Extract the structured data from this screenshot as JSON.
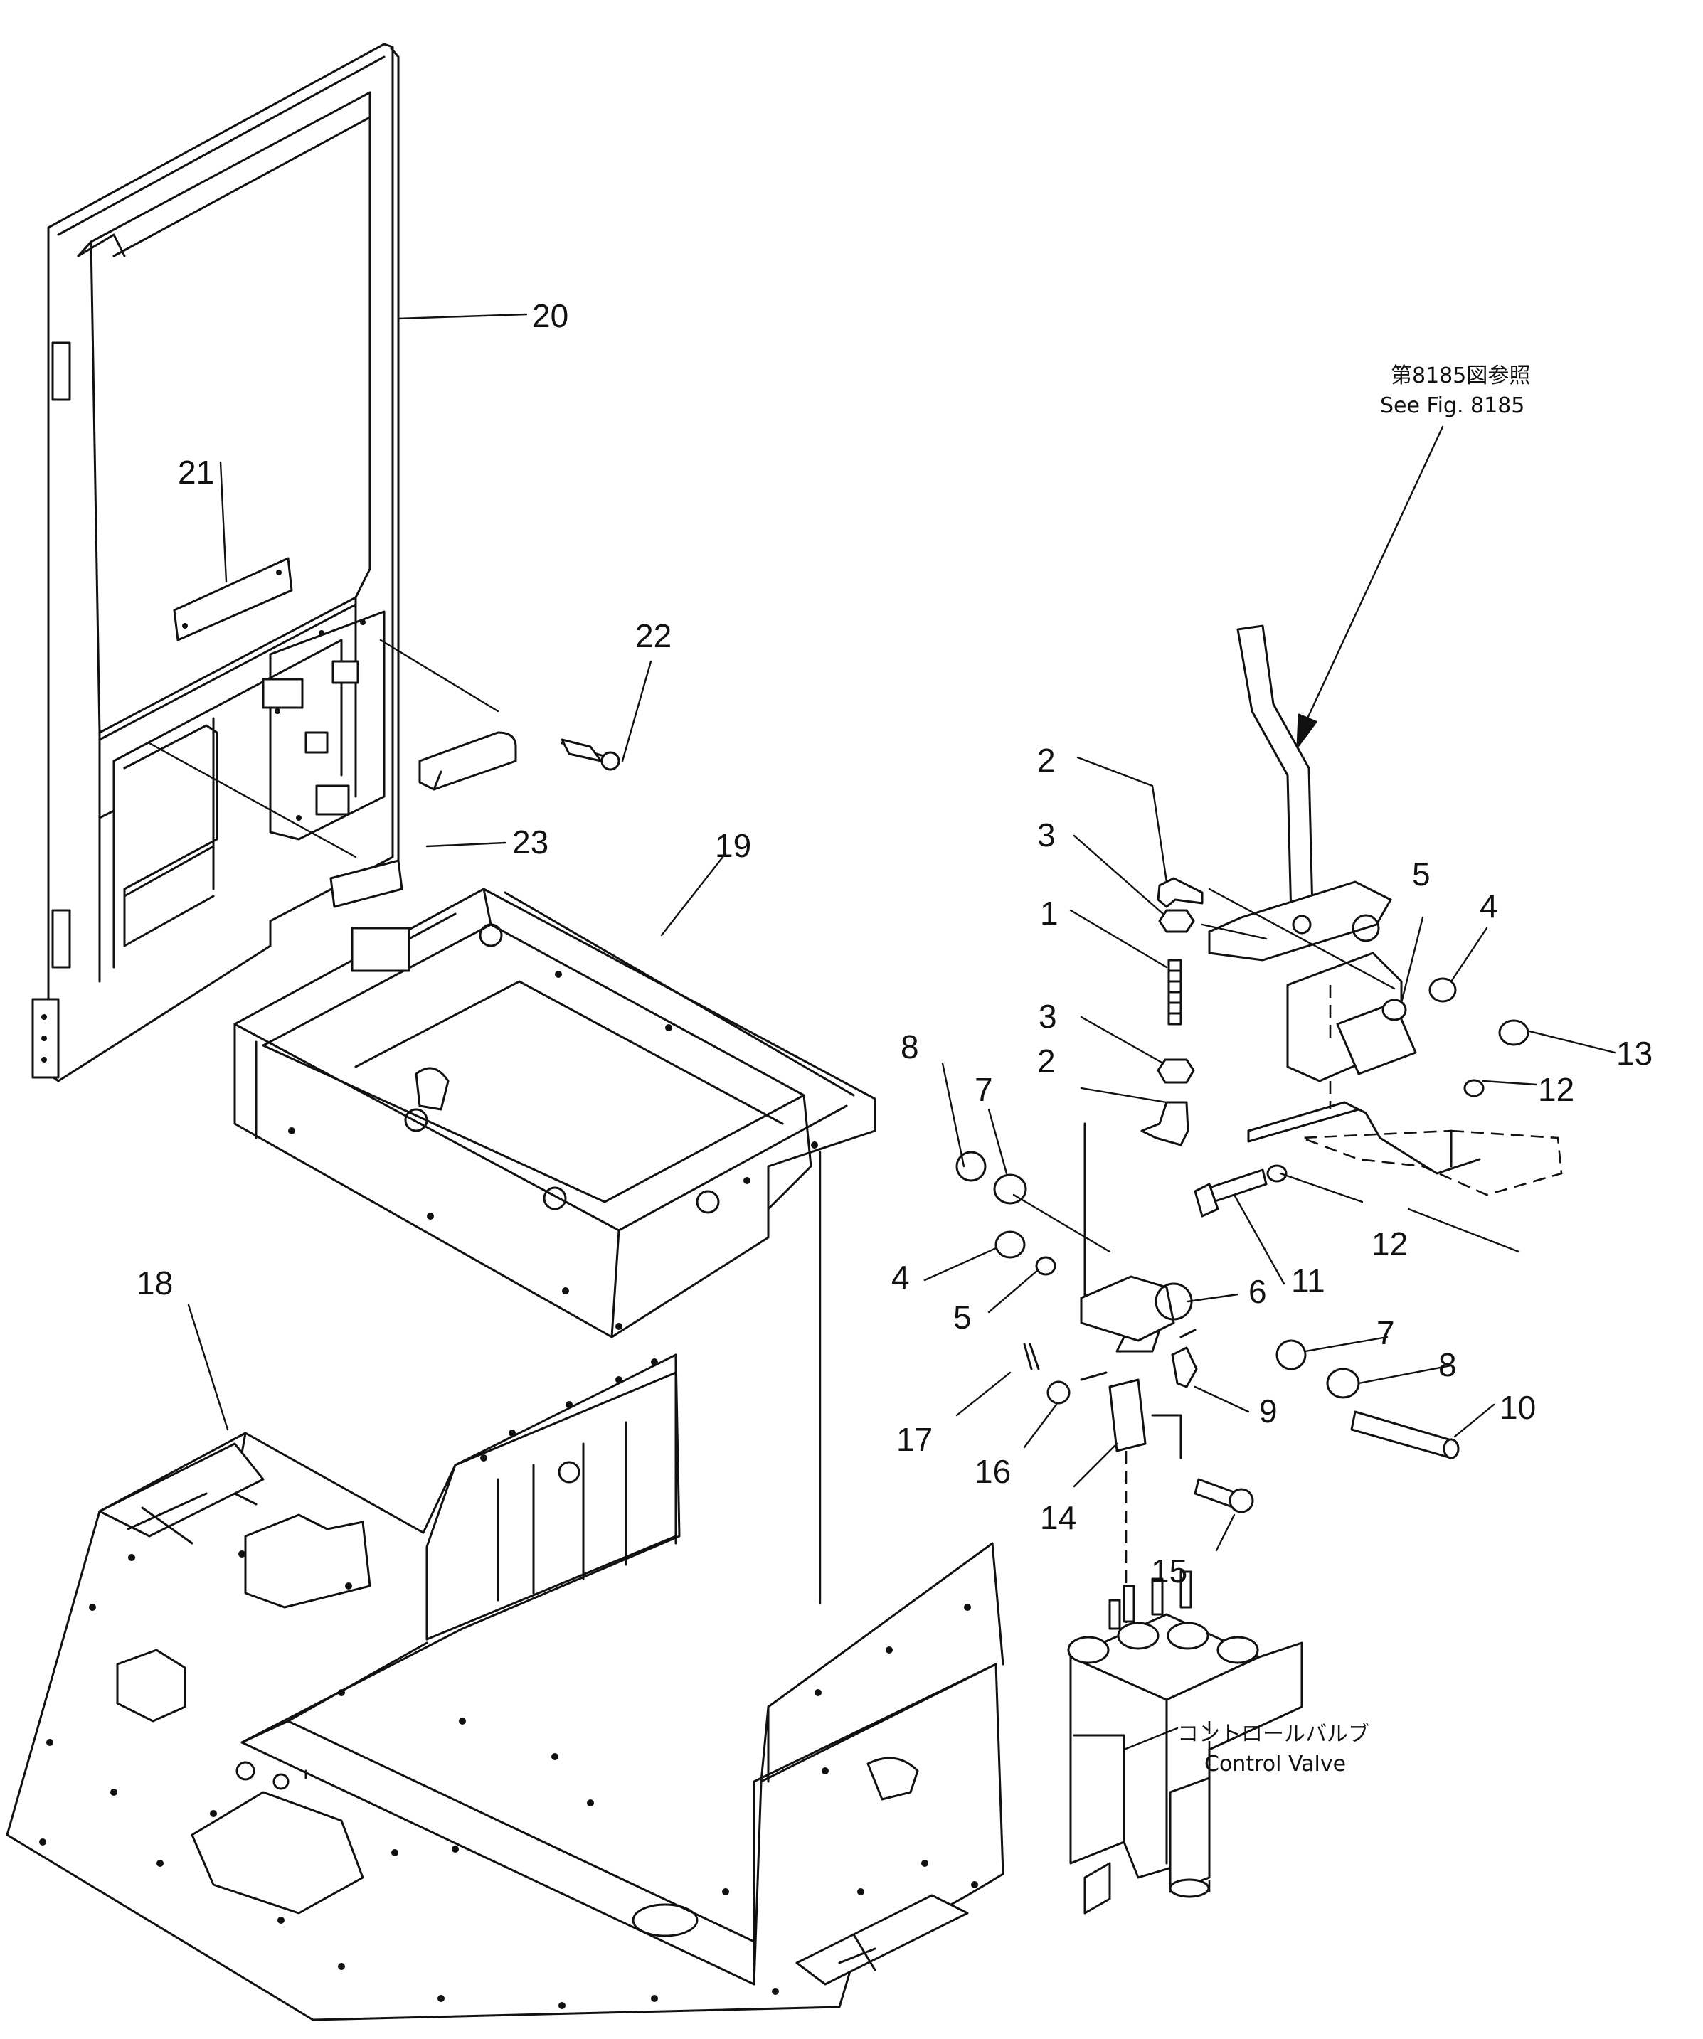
{
  "callouts": [
    {
      "id": "c20",
      "text": "20"
    },
    {
      "id": "c21",
      "text": "21"
    },
    {
      "id": "c22",
      "text": "22"
    },
    {
      "id": "c23",
      "text": "23"
    },
    {
      "id": "c19",
      "text": "19"
    },
    {
      "id": "c18",
      "text": "18"
    },
    {
      "id": "c2a",
      "text": "2"
    },
    {
      "id": "c3a",
      "text": "3"
    },
    {
      "id": "c1",
      "text": "1"
    },
    {
      "id": "c3b",
      "text": "3"
    },
    {
      "id": "c2b",
      "text": "2"
    },
    {
      "id": "c5a",
      "text": "5"
    },
    {
      "id": "c4a",
      "text": "4"
    },
    {
      "id": "c13",
      "text": "13"
    },
    {
      "id": "c12a",
      "text": "12"
    },
    {
      "id": "c12b",
      "text": "12"
    },
    {
      "id": "c11",
      "text": "11"
    },
    {
      "id": "c8a",
      "text": "8"
    },
    {
      "id": "c7a",
      "text": "7"
    },
    {
      "id": "c4b",
      "text": "4"
    },
    {
      "id": "c5b",
      "text": "5"
    },
    {
      "id": "c6",
      "text": "6"
    },
    {
      "id": "c7b",
      "text": "7"
    },
    {
      "id": "c8b",
      "text": "8"
    },
    {
      "id": "c10",
      "text": "10"
    },
    {
      "id": "c9",
      "text": "9"
    },
    {
      "id": "c17",
      "text": "17"
    },
    {
      "id": "c16",
      "text": "16"
    },
    {
      "id": "c14",
      "text": "14"
    },
    {
      "id": "c15",
      "text": "15"
    }
  ],
  "notes": {
    "see_fig_jp": "第8185図参照",
    "see_fig_en": "See Fig. 8185",
    "control_valve_jp": "コントロールバルブ",
    "control_valve_en": "Control Valve"
  }
}
